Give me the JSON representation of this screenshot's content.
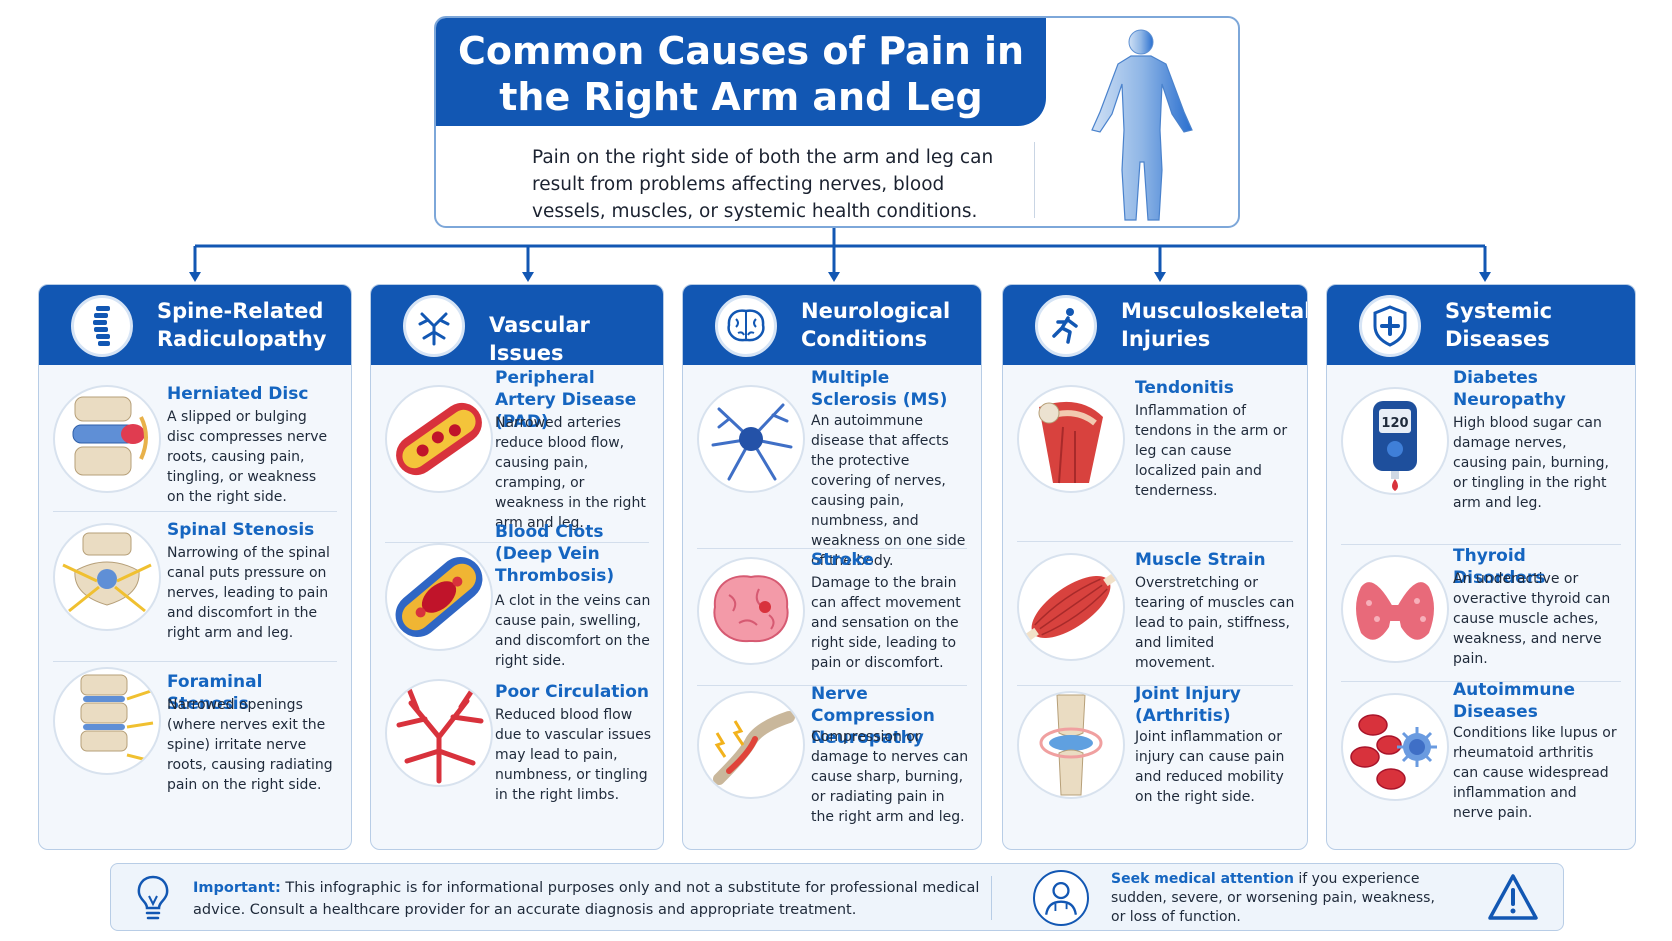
{
  "header": {
    "title": "Common Causes of Pain in the Right Arm and Leg",
    "intro": "Pain on the right side of both the arm and leg can result from problems affecting nerves, blood vessels, muscles, or systemic health conditions."
  },
  "categories": [
    {
      "title": "Spine-Related Radiculopathy",
      "icon": "spine-icon",
      "items": [
        {
          "title": "Herniated Disc",
          "description": "A slipped or bulging disc compresses nerve roots, causing pain, tingling, or weakness on the right side."
        },
        {
          "title": "Spinal Stenosis",
          "description": "Narrowing of the spinal canal puts pressure on nerves, leading to pain and discomfort in the right arm and leg."
        },
        {
          "title": "Foraminal Stenosis",
          "description": "Narrowed openings (where nerves exit the spine) irritate nerve roots, causing radiating pain on the right side."
        }
      ]
    },
    {
      "title": "Vascular Issues",
      "icon": "blood-vessel-icon",
      "items": [
        {
          "title": "Peripheral Artery Disease (PAD)",
          "description": "Narrowed arteries reduce blood flow, causing pain, cramping, or weakness in the right arm and leg."
        },
        {
          "title": "Blood Clots (Deep Vein Thrombosis)",
          "description": "A clot in the veins can cause pain, swelling, and discomfort on the right side."
        },
        {
          "title": "Poor Circulation",
          "description": "Reduced blood flow due to vascular issues may lead to pain, numbness, or tingling in the right limbs."
        }
      ]
    },
    {
      "title": "Neurological Conditions",
      "icon": "brain-icon",
      "items": [
        {
          "title": "Multiple Sclerosis (MS)",
          "description": "An autoimmune disease that affects the protective covering of nerves, causing pain, numbness, and weakness on one side of the body."
        },
        {
          "title": "Stroke",
          "description": "Damage to the brain can affect movement and sensation on the right side, leading to pain or discomfort."
        },
        {
          "title": "Nerve Compression Neuropathy",
          "description": "Compression or damage to nerves can cause sharp, burning, or radiating pain in the right arm and leg."
        }
      ]
    },
    {
      "title": "Musculoskeletal Injuries",
      "icon": "running-person-icon",
      "items": [
        {
          "title": "Tendonitis",
          "description": "Inflammation of tendons in the arm or leg can cause localized pain and tenderness."
        },
        {
          "title": "Muscle Strain",
          "description": "Overstretching or tearing of muscles can lead to pain, stiffness, and limited movement."
        },
        {
          "title": "Joint Injury (Arthritis)",
          "description": "Joint inflammation or injury can cause pain and reduced mobility on the right side."
        }
      ]
    },
    {
      "title": "Systemic Diseases",
      "icon": "shield-cross-icon",
      "items": [
        {
          "title": "Diabetes Neuropathy",
          "description": "High blood sugar can damage nerves, causing pain, burning, or tingling in the right arm and leg."
        },
        {
          "title": "Thyroid Disorders",
          "description": "An underactive or overactive thyroid can cause muscle aches, weakness, and nerve pain."
        },
        {
          "title": "Autoimmune Diseases",
          "description": "Conditions like lupus or rheumatoid arthritis can cause widespread inflammation and nerve pain."
        }
      ]
    }
  ],
  "glucose_meter_reading": "120",
  "footer": {
    "important_label": "Important:",
    "important_text": " This infographic is for informational purposes only and not a substitute for professional medical advice. Consult a healthcare provider for an accurate diagnosis and appropriate treatment.",
    "seek_label": "Seek medical attention",
    "seek_text": " if you experience sudden, severe, or worsening pain, weakness, or loss of function."
  },
  "colors": {
    "primary": "#1257b3",
    "accent_text": "#1565c0",
    "panel_bg": "#f3f7fc"
  }
}
